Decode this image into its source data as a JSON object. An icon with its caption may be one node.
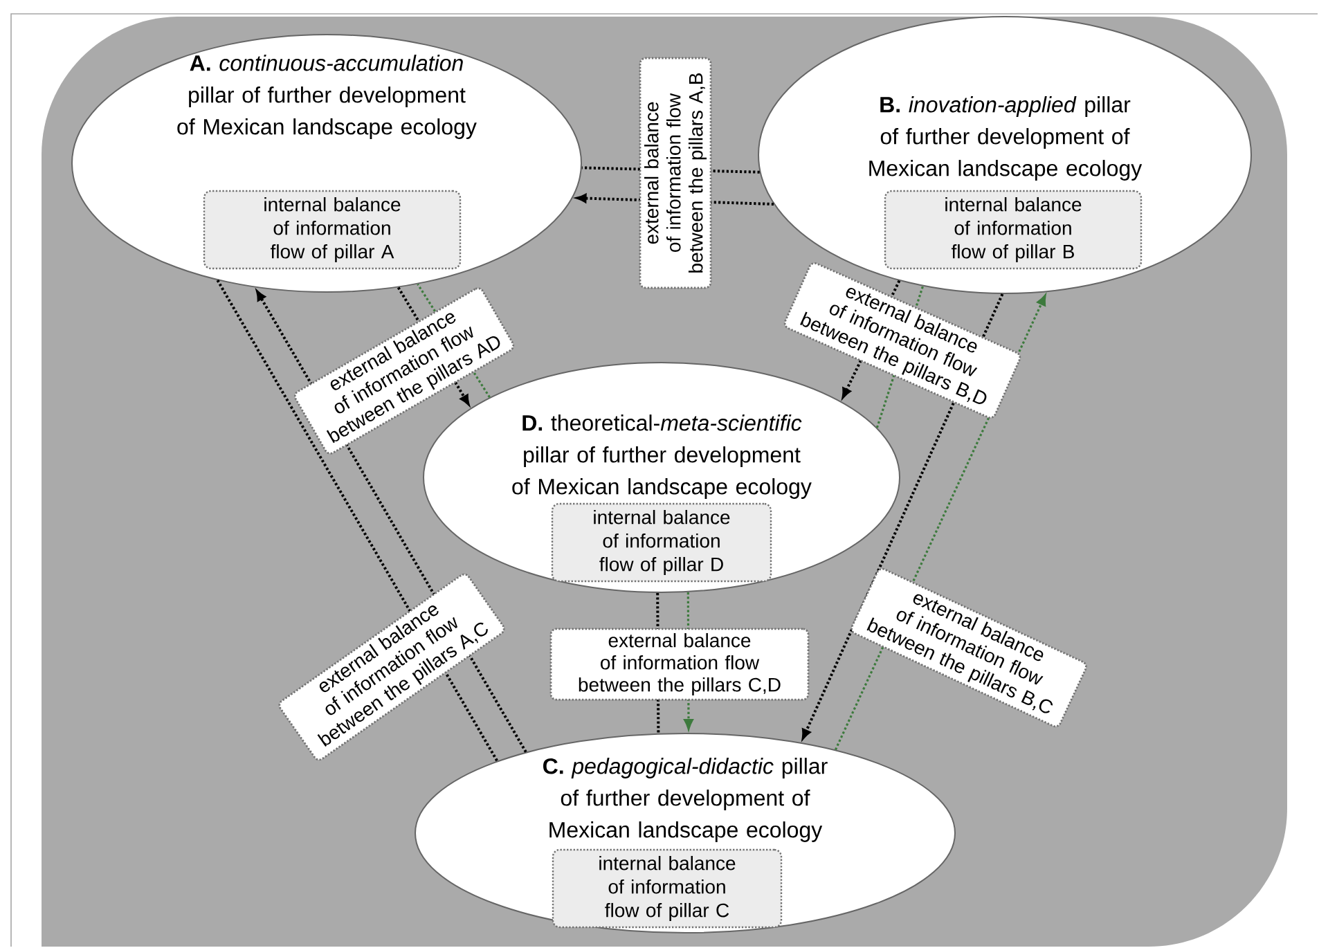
{
  "diagram": {
    "nodes": [
      {
        "text": [
          "**A.** *continuous-accumulation* pillar of further development of Mexican landscape ecology"
        ]
      },
      {
        "text": [
          "internal balance of information flow of pillar A"
        ],
        "in": 0
      },
      {
        "text": [
          "**B.** *inovation-applied* pillar of further development of Mexican landscape ecology"
        ]
      },
      {
        "text": [
          "internal balance of information flow of pillar B"
        ],
        "in": 2
      },
      {
        "text": [
          "**D.** theoretical-*meta-scientific* pillar of further development of Mexican landscape ecology"
        ]
      },
      {
        "text": [
          "internal balance of information flow of pillar D"
        ],
        "in": 4
      },
      {
        "text": [
          "**C.** *pedagogical-didactic* pillar of further development of Mexican landscape ecology"
        ]
      },
      {
        "text": [
          "internal balance of information flow of pillar C"
        ],
        "in": 6
      }
    ],
    "edges": [
      {
        "from": 2,
        "to": 0,
        "arrow": "none"
      },
      {
        "from": 2,
        "to": 0,
        "arrow": "to",
        "label": "external balance of information flow between the pillars A,B"
      },
      {
        "from": 0,
        "to": 4,
        "arrow": "to",
        "label": "external balance of information flow between the pillars AD"
      },
      {
        "from": 4,
        "to": 0,
        "arrow": "none",
        "color": "#3d7a3d"
      },
      {
        "from": 0,
        "to": 6,
        "arrow": "none",
        "label": "external balance of information flow between the pillars A,C"
      },
      {
        "from": 6,
        "to": 0,
        "arrow": "to"
      },
      {
        "from": 2,
        "to": 4,
        "arrow": "to",
        "label": "external balance of information flow between the pillars B,D"
      },
      {
        "from": 4,
        "to": 2,
        "arrow": "none",
        "color": "#3d7a3d"
      },
      {
        "from": 2,
        "to": 6,
        "arrow": "to",
        "label": "external balance of information flow between the pillars B,C"
      },
      {
        "from": 6,
        "to": 2,
        "arrow": "to",
        "color": "#3d7a3d"
      },
      {
        "from": 4,
        "to": 6,
        "arrow": "none",
        "label": "external balance of information flow between the pillars C,D"
      },
      {
        "from": 4,
        "to": 6,
        "arrow": "to",
        "color": "#3d7a3d"
      }
    ]
  }
}
